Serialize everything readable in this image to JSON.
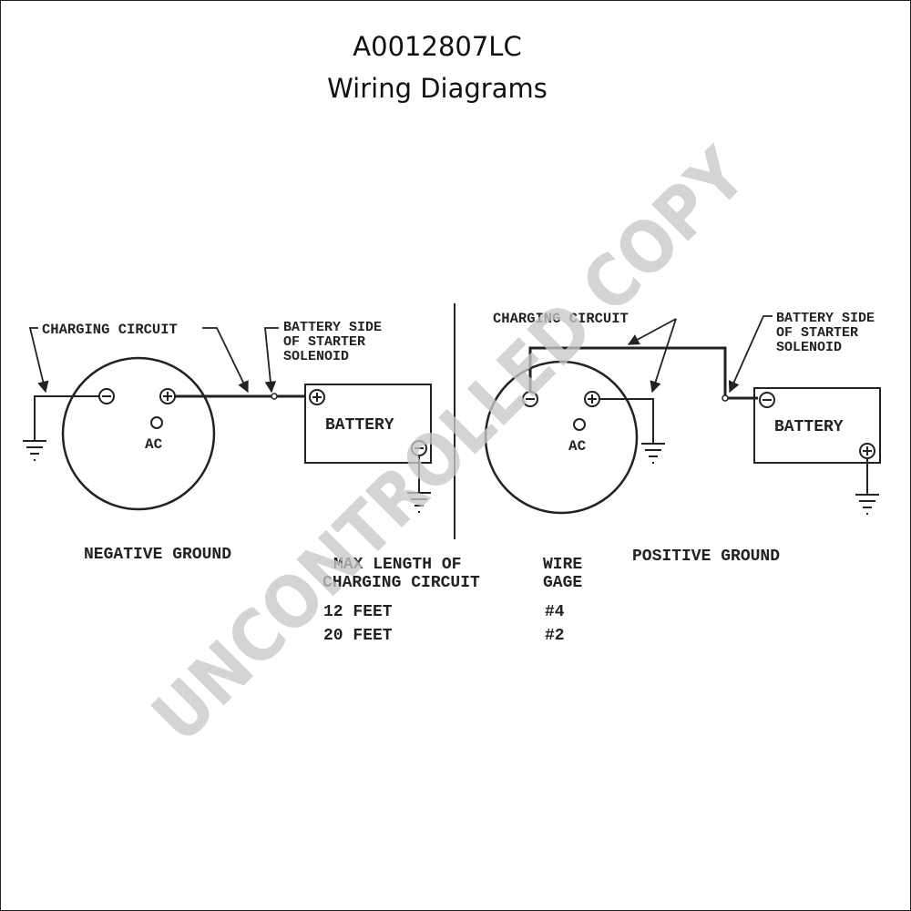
{
  "header": {
    "part_number": "A0012807LC",
    "subtitle": "Wiring Diagrams"
  },
  "negative_ground": {
    "title": "NEGATIVE GROUND",
    "charging_circuit": "CHARGING CIRCUIT",
    "battery_side_lines": [
      "BATTERY SIDE",
      "OF STARTER",
      "SOLENOID"
    ],
    "battery": "BATTERY",
    "terminal_ac": "AC"
  },
  "positive_ground": {
    "title": "POSITIVE GROUND",
    "charging_circuit": "CHARGING CIRCUIT",
    "battery_side_lines": [
      "BATTERY SIDE",
      "OF STARTER",
      "SOLENOID"
    ],
    "battery": "BATTERY",
    "terminal_ac": "AC"
  },
  "wire_table": {
    "col1_header_lines": [
      "MAX LENGTH OF",
      "CHARGING CIRCUIT"
    ],
    "col2_header_lines": [
      "WIRE",
      "GAGE"
    ],
    "rows": [
      {
        "length": "12 FEET",
        "gage": "#4"
      },
      {
        "length": "20 FEET",
        "gage": "#2"
      }
    ]
  },
  "watermark": "UNCONTROLLED COPY"
}
